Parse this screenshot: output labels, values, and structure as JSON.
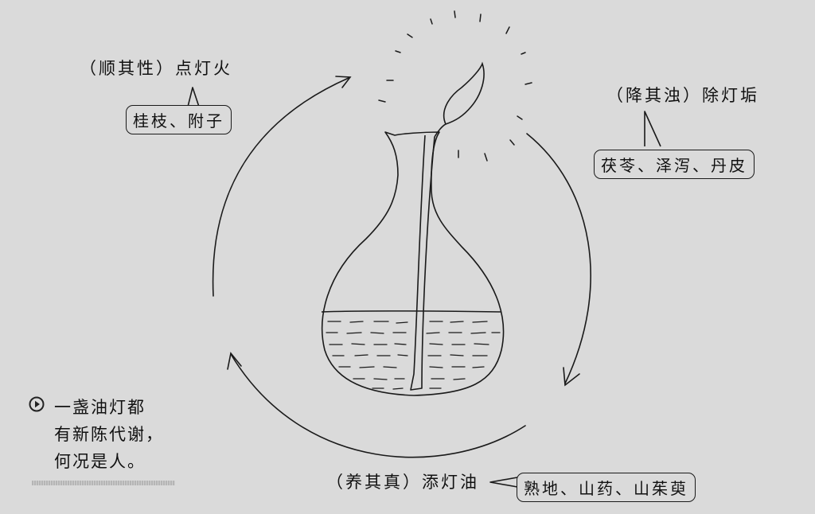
{
  "labels": {
    "warm": {
      "action": "（顺其性）点灯火",
      "herbs": "桂枝、附子"
    },
    "clear": {
      "action": "（降其浊）除灯垢",
      "herbs": "茯苓、泽泻、丹皮"
    },
    "nourish": {
      "action": "（养其真）添灯油",
      "herbs": "熟地、山药、山茱萸"
    }
  },
  "caption": {
    "icon": "play-circle-icon",
    "lines": [
      "一盏油灯都",
      "有新陈代谢，",
      "何况是人。"
    ]
  }
}
